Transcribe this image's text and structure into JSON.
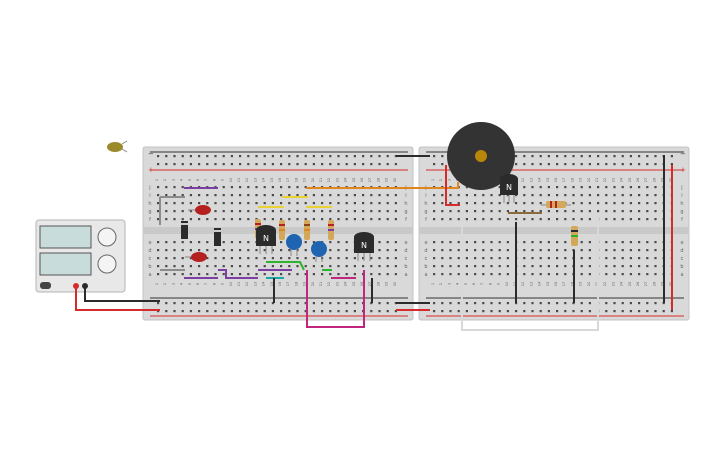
{
  "components": {
    "transistor_label": "N",
    "polarity_minus": "−",
    "polarity_plus": "+"
  },
  "row_letters_top": [
    "j",
    "i",
    "h",
    "g",
    "f"
  ],
  "row_letters_bottom": [
    "e",
    "d",
    "c",
    "b",
    "a"
  ],
  "column_numbers_left": [
    "1",
    "2",
    "3",
    "4",
    "5",
    "6",
    "7",
    "8",
    "9",
    "10",
    "11",
    "12",
    "13",
    "14",
    "15",
    "16",
    "17",
    "18",
    "19",
    "20",
    "21",
    "22",
    "23",
    "24",
    "25",
    "26",
    "27",
    "28",
    "29",
    "30"
  ],
  "column_numbers_right": [
    "1",
    "2",
    "3",
    "4",
    "5",
    "6",
    "7",
    "8",
    "9",
    "10",
    "11",
    "12",
    "13",
    "14",
    "15",
    "16",
    "17",
    "18",
    "19",
    "20",
    "21",
    "22",
    "23",
    "24",
    "25",
    "26",
    "27",
    "28",
    "29",
    "30"
  ],
  "colors": {
    "board": "#d9d9d9",
    "rail_red": "#d62b2b",
    "rail_black": "#333333",
    "wire_red": "#d62b2b",
    "wire_black": "#2b2b2b",
    "wire_purple": "#7a3fa0",
    "wire_orange": "#e0861f",
    "wire_green": "#2db32d",
    "wire_magenta": "#c0267e",
    "wire_yellow": "#e8d132",
    "wire_gray": "#8c8c8c",
    "wire_white": "#f4f4f4",
    "wire_teal": "#1aa6a6",
    "led_red": "#b52020",
    "led_off": "#9b8a2a",
    "capacitor": "#1f64b0",
    "buzzer": "#333333",
    "buzzer_center": "#b8860b"
  }
}
